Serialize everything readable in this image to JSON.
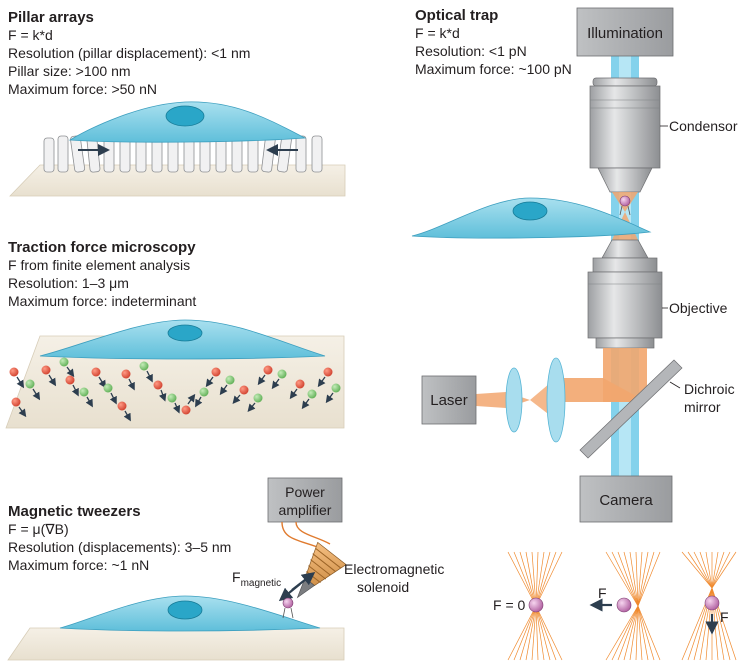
{
  "pillar": {
    "title": "Pillar arrays",
    "lines": [
      "F = k*d",
      "Resolution (pillar displacement): <1 nm",
      "Pillar size: >100 nm",
      "Maximum force: >50 nN"
    ]
  },
  "tfm": {
    "title": "Traction force microscopy",
    "lines": [
      "F from finite element analysis",
      "Resolution: 1–3 μm",
      "Maximum force: indeterminant"
    ]
  },
  "magnetic": {
    "title": "Magnetic tweezers",
    "lines": [
      "F = μ(∇B)",
      "Resolution (displacements): 3–5 nm",
      "Maximum force: ~1 nN"
    ],
    "power_amplifier": [
      "Power",
      "amplifier"
    ],
    "solenoid": [
      "Electromagnetic",
      "solenoid"
    ],
    "force_symbol": "F",
    "force_subscript": "magnetic"
  },
  "optical": {
    "title": "Optical trap",
    "lines": [
      "F = k*d",
      "Resolution: <1 pN",
      "Maximum force: ~100 pN"
    ],
    "illumination": "Illumination",
    "condenser": "Condensor",
    "objective": "Objective",
    "laser": "Laser",
    "dichroic": [
      "Dichroic",
      "mirror"
    ],
    "camera": "Camera"
  },
  "trap_states": {
    "f_zero": "F = 0",
    "f_side": "F",
    "f_down": "F"
  },
  "colors": {
    "cell": "#8fd3e6",
    "nucleus": "#2aa6c8",
    "beam_blue": "#7fd0ec",
    "beam_orange": "#f2a66e",
    "metal": "#c9cbce",
    "box": "#a9abae",
    "bead": "#d98fc9",
    "red_bead": "#e8523f",
    "green_bead": "#84c77a",
    "substrate": "#efe9dc"
  }
}
